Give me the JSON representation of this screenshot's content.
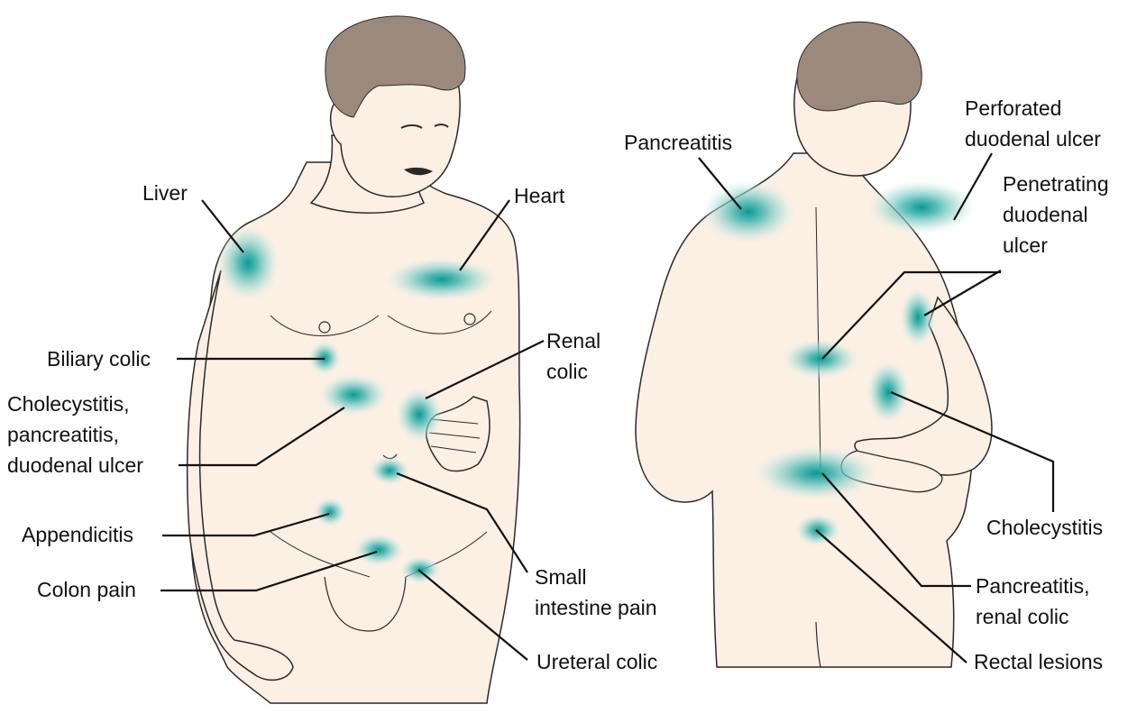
{
  "colors": {
    "skin": "#fcefe4",
    "hair": "#9b8a7c",
    "outline": "#2a2a2a",
    "pain_core": "#0e9c9a",
    "leader": "#111111"
  },
  "front_labels": {
    "liver": "Liver",
    "heart": "Heart",
    "biliary_colic": "Biliary colic",
    "renal_colic": "Renal\ncolic",
    "cholecystitis_group": "Cholecystitis,\npancreatitis,\nduodenal ulcer",
    "appendicitis": "Appendicitis",
    "colon_pain": "Colon pain",
    "small_intestine_pain": "Small\nintestine pain",
    "ureteral_colic": "Ureteral colic"
  },
  "back_labels": {
    "pancreatitis": "Pancreatitis",
    "perforated_duodenal_ulcer": "Perforated\nduodenal ulcer",
    "penetrating_duodenal_ulcer": "Penetrating\nduodenal\nulcer",
    "cholecystitis": "Cholecystitis",
    "pancreatitis_renal_colic": "Pancreatitis,\nrenal colic",
    "rectal_lesions": "Rectal lesions"
  }
}
